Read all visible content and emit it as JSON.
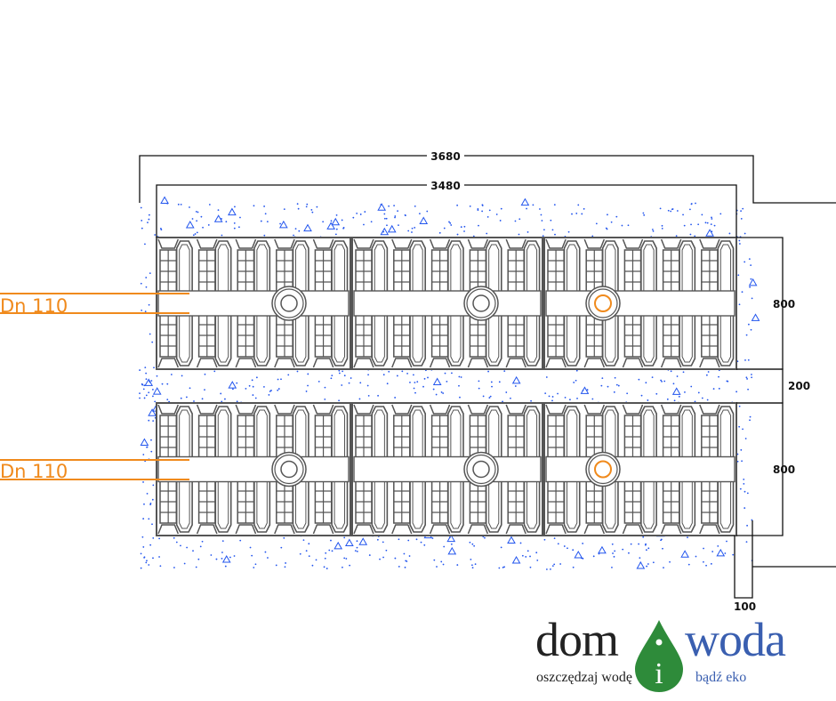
{
  "dimensions": {
    "overall_outer": "3680",
    "overall_inner": "3480",
    "row_width_1": "800",
    "gap": "200",
    "row_width_2": "800",
    "offset": "100"
  },
  "pipes": [
    {
      "label": "Dn 110"
    },
    {
      "label": "Dn 110"
    }
  ],
  "colors": {
    "tank_outline": "#555555",
    "pipe": "#f08a1c",
    "gravel": "#2255ee",
    "logo_green": "#2e8b3a",
    "logo_blue": "#3a5fb0"
  },
  "logo": {
    "word_left": "dom",
    "word_mid": "i",
    "word_right": "woda",
    "tagline_left": "oszczędzaj wodę",
    "tagline_right": "bądź eko"
  }
}
